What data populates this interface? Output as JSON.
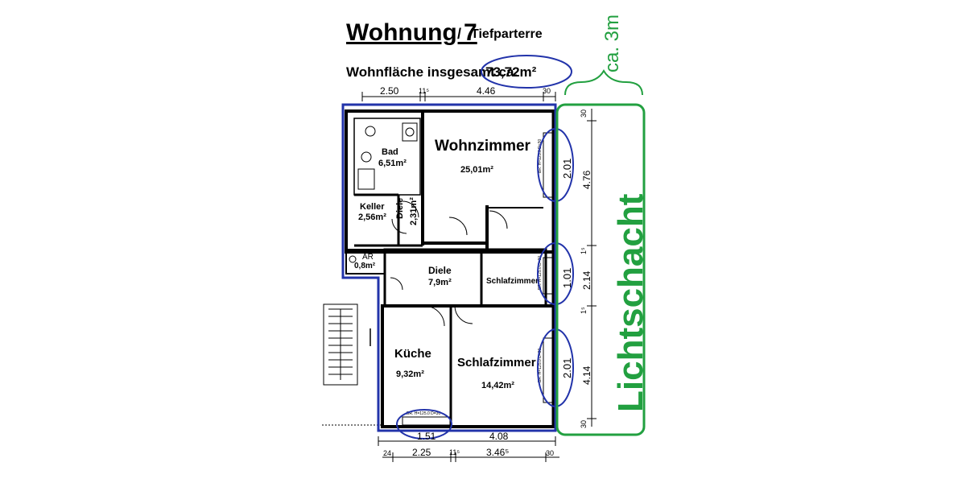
{
  "header": {
    "title": "Wohnung 7",
    "separator": "/",
    "subtitle": "Tiefparterre",
    "total_area_label": "Wohnfläche insgesamt ca.",
    "total_area_value": "73,72m²"
  },
  "dimensions": {
    "top": [
      "2.50",
      "11⁵",
      "4.46",
      "30"
    ],
    "right_outer": [
      "30",
      "4.76",
      "1⁵",
      "2.14",
      "1⁵",
      "4.14",
      "30"
    ],
    "window_heights": [
      "2.01",
      "1.01",
      "2.01"
    ],
    "bottom_inner": [
      "1.51",
      "4.08"
    ],
    "bottom_outer": [
      "24",
      "2.25",
      "11⁵",
      "3.46⁵",
      "30"
    ],
    "window_spec": "BR. H=125.0 D=30"
  },
  "rooms": {
    "bad": {
      "name": "Bad",
      "area": "6,51m²"
    },
    "keller": {
      "name": "Keller",
      "area": "2,56m²"
    },
    "diele_small": {
      "name": "Diele",
      "area": "2,31m²"
    },
    "wohnzimmer": {
      "name": "Wohnzimmer",
      "area": "25,01m²"
    },
    "ar": {
      "name": "AR",
      "area": "0,8m²"
    },
    "diele": {
      "name": "Diele",
      "area": "7,9m²"
    },
    "schlafzimmer_small": {
      "name": "Schlafzimmer"
    },
    "kueche": {
      "name": "Küche",
      "area": "9,32m²"
    },
    "schlafzimmer": {
      "name": "Schlafzimmer",
      "area": "14,42m²"
    }
  },
  "annotations": {
    "lichtschacht": "Lichtschacht",
    "width": "ca. 3m"
  },
  "colors": {
    "wall": "#000000",
    "highlight_blue": "#2233aa",
    "annotation_green": "#22a040",
    "kitchen_fill": "#ffffff"
  }
}
